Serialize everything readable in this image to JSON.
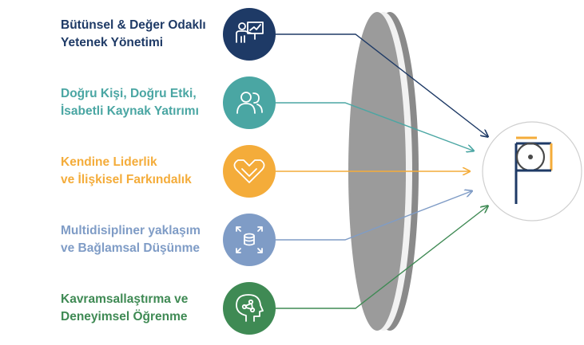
{
  "items": [
    {
      "line1": "Bütünsel & Değer Odaklı",
      "line2": "Yetenek Yönetimi",
      "color": "#1e3a66",
      "icon": "presentation-teacher-icon"
    },
    {
      "line1": "Doğru Kişi, Doğru Etki,",
      "line2": "İsabetli Kaynak Yatırımı",
      "color": "#4aa6a3",
      "icon": "people-icon"
    },
    {
      "line1": "Kendine Liderlik",
      "line2": "ve İlişkisel Farkındalık",
      "color": "#f4ac3a",
      "icon": "heart-outline-icon"
    },
    {
      "line1": "Multidisipliner yaklaşım",
      "line2": "ve Bağlamsal Düşünme",
      "color": "#7f9cc6",
      "icon": "data-expand-icon"
    },
    {
      "line1": "Kavramsallaştırma ve",
      "line2": "Deneyimsel Öğrenme",
      "color": "#3f8a54",
      "icon": "head-network-icon"
    }
  ],
  "lens": {
    "color": "#9b9b9b",
    "edge_color": "#8a8a8a"
  },
  "logo": {
    "icon": "logo-mark-icon",
    "accent": "#f4ac3a",
    "primary": "#1e3a66"
  }
}
